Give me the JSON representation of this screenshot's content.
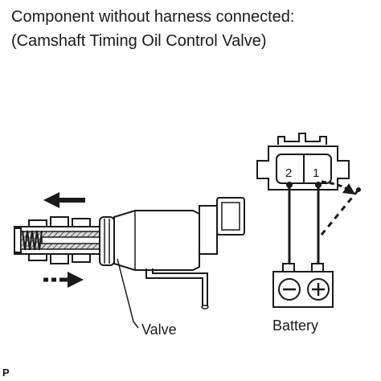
{
  "heading": {
    "line1": "Component without harness connected:",
    "line2": "(Camshaft Timing Oil Control Valve)"
  },
  "connector": {
    "terminal_left": "2",
    "terminal_right": "1"
  },
  "labels": {
    "valve": "Valve",
    "battery": "Battery",
    "battery_negative": "⊖",
    "battery_positive": "⊕",
    "corner_mark": "P"
  },
  "colors": {
    "ink": "#1a1a1a",
    "shading": "#d8d8d8",
    "background": "#ffffff"
  }
}
